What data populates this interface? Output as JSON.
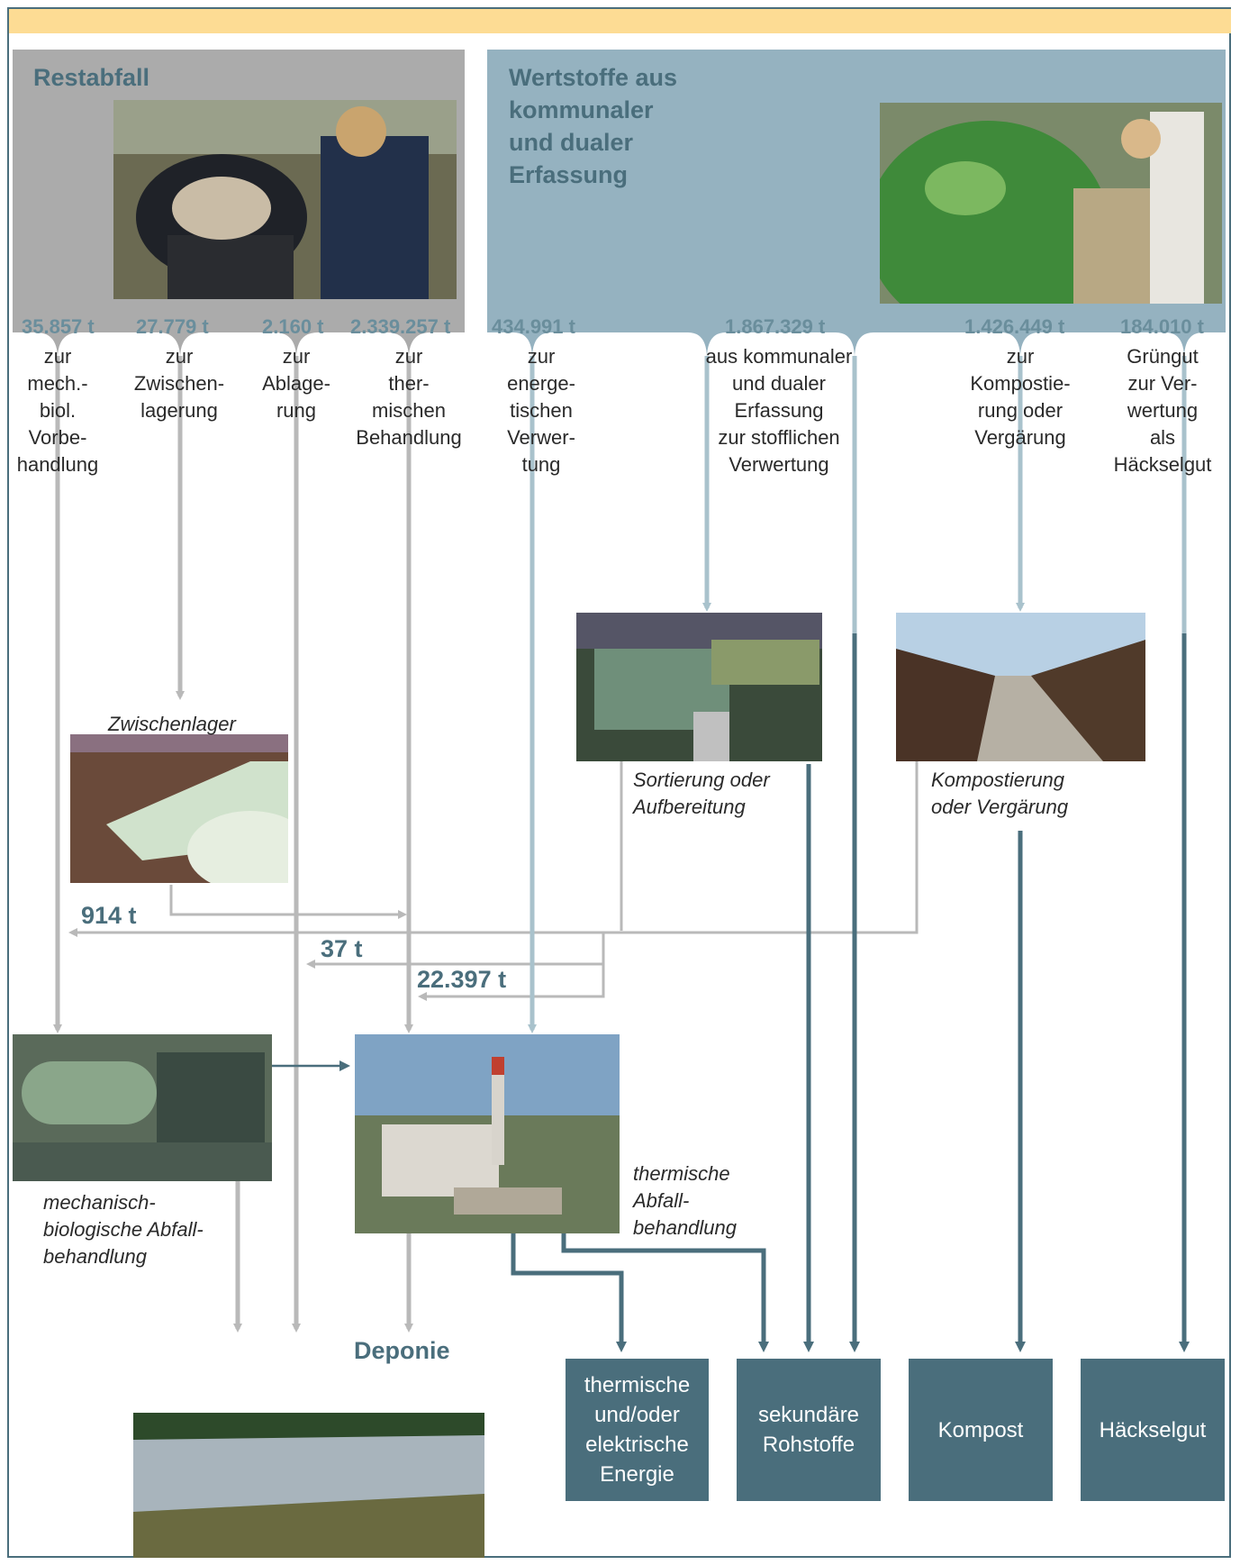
{
  "restabfall": {
    "title": "Restabfall",
    "streams": [
      {
        "amount": "35.857 t",
        "label": "zur\nmech.-\nbiol.\nVorbe-\nhandlung"
      },
      {
        "amount": "27.779 t",
        "label": "zur\nZwischen-\nlagerung"
      },
      {
        "amount": "2.160 t",
        "label": "zur\nAblage-\nrung"
      },
      {
        "amount": "2.339.257 t",
        "label": "zur\nther-\nmischen\nBehandlung"
      }
    ]
  },
  "wertstoffe": {
    "title": "Wertstoffe aus\nkommunaler\nund dualer\nErfassung",
    "streams": [
      {
        "amount": "434.991 t",
        "label": "zur\nenerge-\ntischen\nVerwer-\ntung"
      },
      {
        "amount": "1.867.329 t",
        "label": "aus kommunaler\nund dualer\nErfassung\nzur stofflichen\nVerwertung"
      },
      {
        "amount": "1.426.449 t",
        "label": "zur\nKompostie-\nrung oder\nVergärung"
      },
      {
        "amount": "184.010 t",
        "label": "Grüngut\nzur Ver-\nwertung\nals\nHäckselgut"
      }
    ]
  },
  "captions": {
    "zwischenlager": "Zwischenlager",
    "sortierung": "Sortierung oder\nAufbereitung",
    "kompostierung": "Kompostierung\noder Vergärung",
    "mba": "mechanisch-\nbiologische Abfall-\nbehandlung",
    "thermisch": "thermische\nAbfall-\nbehandlung",
    "deponie": "Deponie"
  },
  "flow_values": {
    "v914": "914 t",
    "v37": "37 t",
    "v22397": "22.397 t"
  },
  "outputs": [
    {
      "label": "thermische\nund/oder\nelektrische\nEnergie"
    },
    {
      "label": "sekundäre\nRohstoffe"
    },
    {
      "label": "Kompost"
    },
    {
      "label": "Häckselgut"
    }
  ],
  "colors": {
    "gray_panel": "#ababab",
    "blue_panel": "#95b2c0",
    "accent": "#4a6e7c",
    "top_bar": "#fddc94",
    "gray_arrow": "#b9b9b9",
    "blue_arrow": "#a9c2cc"
  }
}
